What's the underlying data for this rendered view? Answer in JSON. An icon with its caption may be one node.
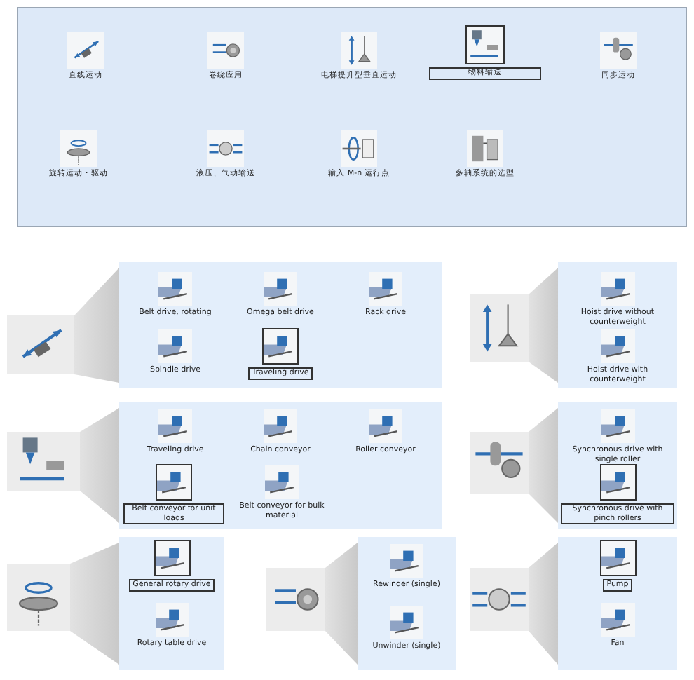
{
  "diagram": {
    "nodes": [
      {
        "text": [],
        "shape": "box"
      },
      {
        "text": [
          "直线运动"
        ],
        "in": 0
      },
      {
        "text": [
          "卷绕应用"
        ],
        "in": 0
      },
      {
        "text": [
          "电梯提升型垂直运动"
        ],
        "in": 0
      },
      {
        "text": [
          "物料输送"
        ],
        "in": 0
      },
      {
        "text": [
          "同步运动"
        ],
        "in": 0
      },
      {
        "text": [
          "旋转运动・驱动"
        ],
        "in": 0
      },
      {
        "text": [
          "液压、气动输送"
        ],
        "in": 0
      },
      {
        "text": [
          "输入 M-n 运行点"
        ],
        "in": 0
      },
      {
        "text": [
          "多轴系统的选型"
        ],
        "in": 0
      },
      {
        "text": [],
        "shape": "picture"
      },
      {
        "text": [],
        "shape": "box"
      },
      {
        "text": [
          "Belt drive, rotating"
        ],
        "in": 11
      },
      {
        "text": [
          "Omega belt drive"
        ],
        "in": 11
      },
      {
        "text": [
          "Rack drive"
        ],
        "in": 11
      },
      {
        "text": [
          "Spindle drive"
        ],
        "in": 11
      },
      {
        "text": [
          "Traveling drive"
        ],
        "in": 11
      },
      {
        "text": [],
        "shape": "picture"
      },
      {
        "text": [],
        "shape": "box"
      },
      {
        "text": [
          "Hoist drive without counterweight"
        ],
        "in": 18
      },
      {
        "text": [
          "Hoist drive with counterweight"
        ],
        "in": 18
      },
      {
        "text": [],
        "shape": "picture"
      },
      {
        "text": [],
        "shape": "box"
      },
      {
        "text": [
          "Traveling drive"
        ],
        "in": 22
      },
      {
        "text": [
          "Chain conveyor"
        ],
        "in": 22
      },
      {
        "text": [
          "Roller conveyor"
        ],
        "in": 22
      },
      {
        "text": [
          "Belt conveyor for unit loads"
        ],
        "in": 22
      },
      {
        "text": [
          "Belt conveyor for bulk material"
        ],
        "in": 22
      },
      {
        "text": [],
        "shape": "picture"
      },
      {
        "text": [],
        "shape": "box"
      },
      {
        "text": [
          "Synchronous drive with single roller"
        ],
        "in": 29
      },
      {
        "text": [
          "Synchronous drive with pinch rollers"
        ],
        "in": 29
      },
      {
        "text": [],
        "shape": "picture"
      },
      {
        "text": [],
        "shape": "box"
      },
      {
        "text": [
          "General rotary drive"
        ],
        "in": 33
      },
      {
        "text": [
          "Rotary table drive"
        ],
        "in": 33
      },
      {
        "text": [],
        "shape": "picture"
      },
      {
        "text": [],
        "shape": "box"
      },
      {
        "text": [
          "Rewinder (single)"
        ],
        "in": 37
      },
      {
        "text": [
          "Unwinder (single)"
        ],
        "in": 37
      },
      {
        "text": [],
        "shape": "picture"
      },
      {
        "text": [],
        "shape": "box"
      },
      {
        "text": [
          "Pump"
        ],
        "in": 41
      },
      {
        "text": [
          "Fan"
        ],
        "in": 41
      }
    ],
    "edges": [
      {
        "from": 10,
        "to": 11,
        "arrow": "none"
      },
      {
        "from": 17,
        "to": 18,
        "arrow": "none"
      },
      {
        "from": 21,
        "to": 22,
        "arrow": "none"
      },
      {
        "from": 28,
        "to": 29,
        "arrow": "none"
      },
      {
        "from": 32,
        "to": 33,
        "arrow": "none"
      },
      {
        "from": 36,
        "to": 37,
        "arrow": "none"
      },
      {
        "from": 40,
        "to": 41,
        "arrow": "none"
      }
    ]
  }
}
